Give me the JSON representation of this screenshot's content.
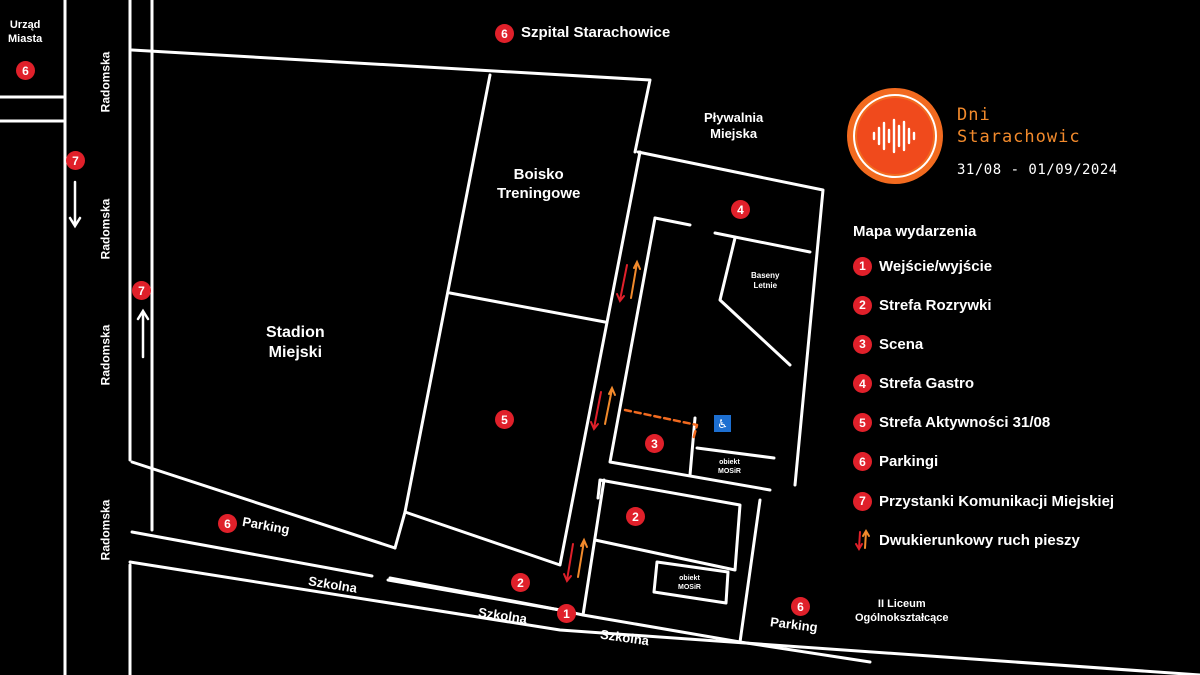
{
  "colors": {
    "background": "#000000",
    "lines": "#ffffff",
    "marker": "#e0202a",
    "arrow_up": "#f28a2c",
    "arrow_down": "#e0202a",
    "logo_orange": "#f26a1f"
  },
  "event": {
    "name_line1": "Dni",
    "name_line2": "Starachowic",
    "dates": "31/08 - 01/09/2024",
    "logo_icon": "soundwave-icon"
  },
  "legend": {
    "title": "Mapa wydarzenia",
    "items": [
      {
        "num": "1",
        "label": "Wejście/wyjście"
      },
      {
        "num": "2",
        "label": "Strefa Rozrywki"
      },
      {
        "num": "3",
        "label": "Scena"
      },
      {
        "num": "4",
        "label": "Strefa Gastro"
      },
      {
        "num": "5",
        "label": "Strefa Aktywności 31/08"
      },
      {
        "num": "6",
        "label": "Parkingi"
      },
      {
        "num": "7",
        "label": "Przystanki Komunikacji Miejskiej"
      }
    ],
    "two_way": {
      "icon": "two-way-arrow-icon",
      "label": "Dwukierunkowy ruch pieszy"
    }
  },
  "places": {
    "urzad_line1": "Urząd",
    "urzad_line2": "Miasta",
    "szpital": "Szpital Starachowice",
    "plywalnia_line1": "Pływalnia",
    "plywalnia_line2": "Miejska",
    "boisko_line1": "Boisko",
    "boisko_line2": "Treningowe",
    "stadion_line1": "Stadion",
    "stadion_line2": "Miejski",
    "baseny_line1": "Baseny",
    "baseny_line2": "Letnie",
    "obiekt1_line1": "obiekt",
    "obiekt1_line2": "MOSiR",
    "obiekt2_line1": "obiekt",
    "obiekt2_line2": "MOSiR",
    "liceum_line1": "II Liceum",
    "liceum_line2": "Ogólnokształcące",
    "parking_left": "Parking",
    "parking_right": "Parking"
  },
  "streets": {
    "radomska_1": "Radomska",
    "radomska_2": "Radomska",
    "radomska_3": "Radomska",
    "radomska_4": "Radomska",
    "szkolna_1": "Szkolna",
    "szkolna_2": "Szkolna",
    "szkolna_3": "Szkolna"
  },
  "markers": {
    "urzad": "6",
    "szpital": "6",
    "stop_top": "7",
    "stop_mid": "7",
    "zone4": "4",
    "zone5": "5",
    "zone3": "3",
    "zone2_inner": "2",
    "zone2_entry": "2",
    "entrance": "1",
    "parking_left": "6",
    "parking_right": "6"
  },
  "accessibility_icon": "wheelchair-icon"
}
